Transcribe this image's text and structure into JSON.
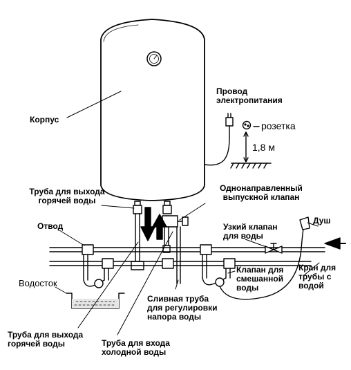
{
  "labels": {
    "body": "Корпус",
    "power_cable": [
      "Провод",
      "электропитания"
    ],
    "socket": "розетка",
    "height": "1,8 м",
    "hot_outlet_top": [
      "Труба для выхода",
      "горячей воды"
    ],
    "check_valve": [
      "Однонаправленный",
      "выпускной клапан"
    ],
    "branch": "Отвод",
    "narrow_valve": [
      "Узкий клапан",
      "для воды"
    ],
    "shower": "Душ",
    "drain": "Водосток",
    "mixing_valve": [
      "Клапан для",
      "смешанной",
      "воды"
    ],
    "water_tap": [
      "Кран для",
      "трубы с",
      "водой"
    ],
    "drain_pipe": [
      "Сливная труба",
      "для регулировки",
      "напора воды"
    ],
    "hot_outlet_bottom": [
      "Труба для выхода",
      "горячей воды"
    ],
    "cold_inlet": [
      "Труба для входа",
      "холодной воды"
    ]
  },
  "colors": {
    "line": "#000000",
    "tank_fill": "#ffffff",
    "water_fill": "#e6e6e6"
  },
  "icons": {
    "gauge": "thermometer-gauge-icon",
    "socket": "power-socket-icon",
    "arrow_down": "arrow-down-icon",
    "arrow_up": "arrow-up-icon",
    "arrow_left": "arrow-left-icon"
  }
}
